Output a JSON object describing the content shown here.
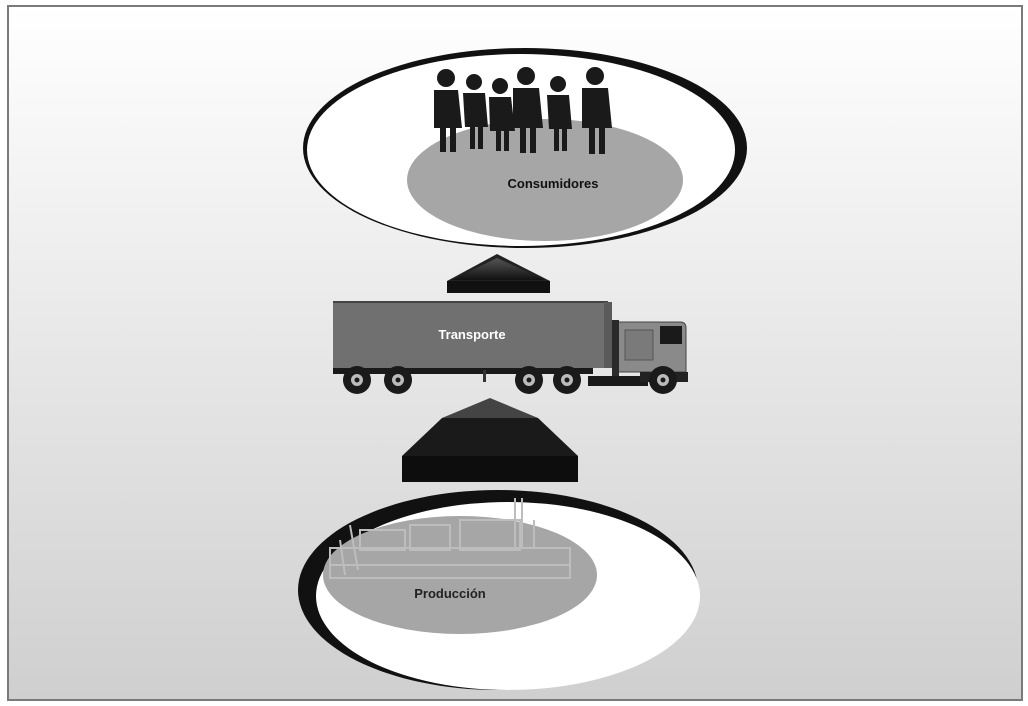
{
  "diagram": {
    "nodes": {
      "consumers": {
        "label": "Consumidores"
      },
      "transport": {
        "label": "Transporte"
      },
      "production": {
        "label": "Producción"
      }
    },
    "flow": [
      "production",
      "transport",
      "consumers"
    ]
  },
  "colors": {
    "border": "#7a7a7a",
    "background_top": "#ffffff",
    "background_bottom": "#cfcfcf",
    "ellipse_fill": "#ffffff",
    "disc_fill": "#a6a6a6",
    "silhouette": "#1a1a1a",
    "arrow": "#111111",
    "truck_box": "#707070",
    "truck_cab": "#8a8a8a",
    "factory_line": "#b5b5b5"
  }
}
